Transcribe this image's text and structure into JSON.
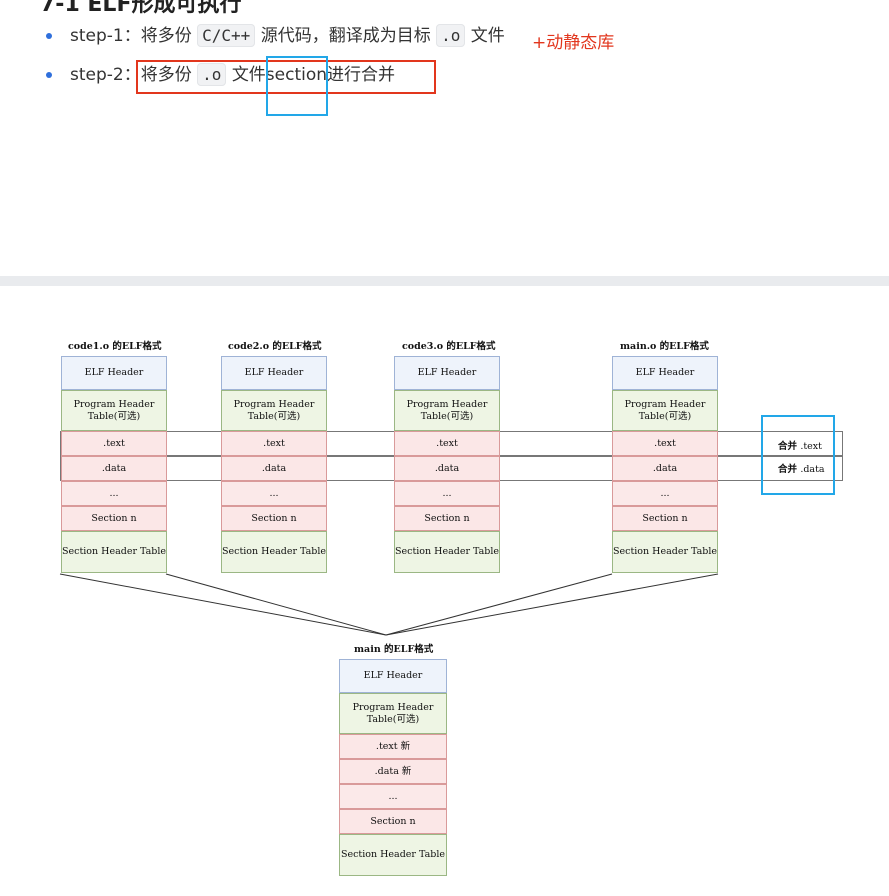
{
  "document": {
    "heading_partial": "7-1 ELF形成可执行",
    "steps": [
      {
        "prefix": "step-1：",
        "parts": [
          "将多份",
          "C/C++",
          "源代码，翻译成为目标",
          ".o",
          "文件"
        ]
      },
      {
        "prefix": "step-2：",
        "parts": [
          "将多份",
          ".o",
          "文件section进行合并"
        ]
      }
    ],
    "annotation": "+动静态库"
  },
  "diagram": {
    "columns": [
      {
        "title": "code1.o 的ELF格式"
      },
      {
        "title": "code2.o 的ELF格式"
      },
      {
        "title": "code3.o 的ELF格式"
      },
      {
        "title": "main.o 的ELF格式"
      }
    ],
    "cells": {
      "elf_header": "ELF Header",
      "program_header_line1": "Program Header",
      "program_header_line2": "Table(可选)",
      "text": ".text",
      "data": ".data",
      "dots": "...",
      "section_n": "Section n",
      "section_header_table": "Section Header Table"
    },
    "merge_labels": {
      "text_prefix": "合并",
      "text_suffix": ".text",
      "data_prefix": "合并",
      "data_suffix": ".data"
    },
    "output": {
      "title": "main 的ELF格式",
      "text_label": ".text 新",
      "data_label": ".data 新"
    }
  },
  "colors": {
    "accent_red": "#e2361d",
    "accent_blue": "#22a7e8",
    "bullet_blue": "#2f6fdc",
    "header_fill": "#eef3fb",
    "green_fill": "#eef5e4",
    "red_fill": "#fbe7e7"
  }
}
